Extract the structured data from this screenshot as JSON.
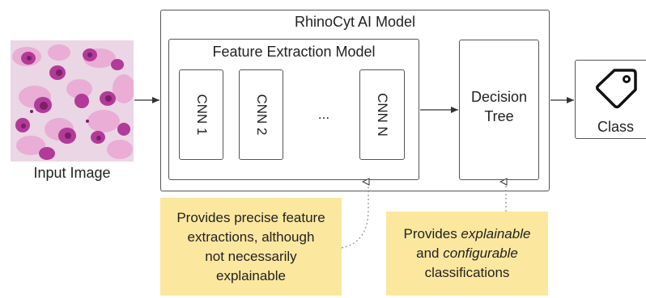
{
  "input_image": {
    "caption": "Input Image"
  },
  "model": {
    "title": "RhinoCyt AI Model",
    "feature_extraction": {
      "title": "Feature Extraction Model",
      "cnns": [
        {
          "label": "CNN 1"
        },
        {
          "label": "CNN 2"
        },
        {
          "label": "CNN N"
        }
      ],
      "ellipsis": "..."
    },
    "decision_tree": {
      "line1": "Decision",
      "line2": "Tree"
    }
  },
  "output": {
    "label": "Class",
    "icon": "tag-icon"
  },
  "notes": {
    "feature": {
      "line1": "Provides precise feature",
      "line2": "extractions, although",
      "line3": "not necessarily",
      "line4": "explainable"
    },
    "tree": {
      "line1_pre": "Provides ",
      "line1_em": "explainable",
      "line2_pre": "and ",
      "line2_em": "configurable",
      "line3": "classifications"
    }
  },
  "colors": {
    "note_bg": "#fce79f",
    "cell_stain": "#c03ca0",
    "cell_light": "#e9a6d4",
    "image_bg": "#ead6e4"
  }
}
